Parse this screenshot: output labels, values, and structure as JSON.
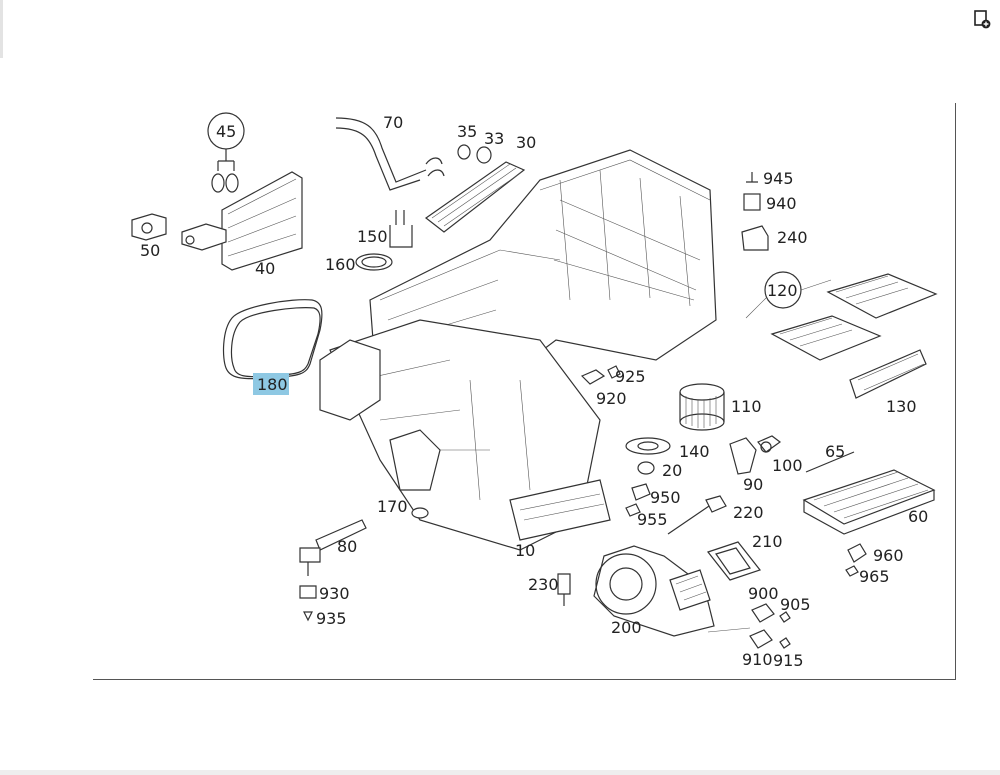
{
  "toolbar": {
    "icon": "document-add-icon"
  },
  "selected_callout": "180",
  "callouts": [
    "45",
    "70",
    "35",
    "33",
    "30",
    "50",
    "40",
    "150",
    "160",
    "945",
    "940",
    "240",
    "120",
    "180",
    "925",
    "920",
    "110",
    "130",
    "140",
    "100",
    "65",
    "20",
    "90",
    "950",
    "955",
    "220",
    "170",
    "80",
    "10",
    "210",
    "60",
    "960",
    "965",
    "230",
    "930",
    "935",
    "200",
    "900",
    "905",
    "910",
    "915"
  ]
}
